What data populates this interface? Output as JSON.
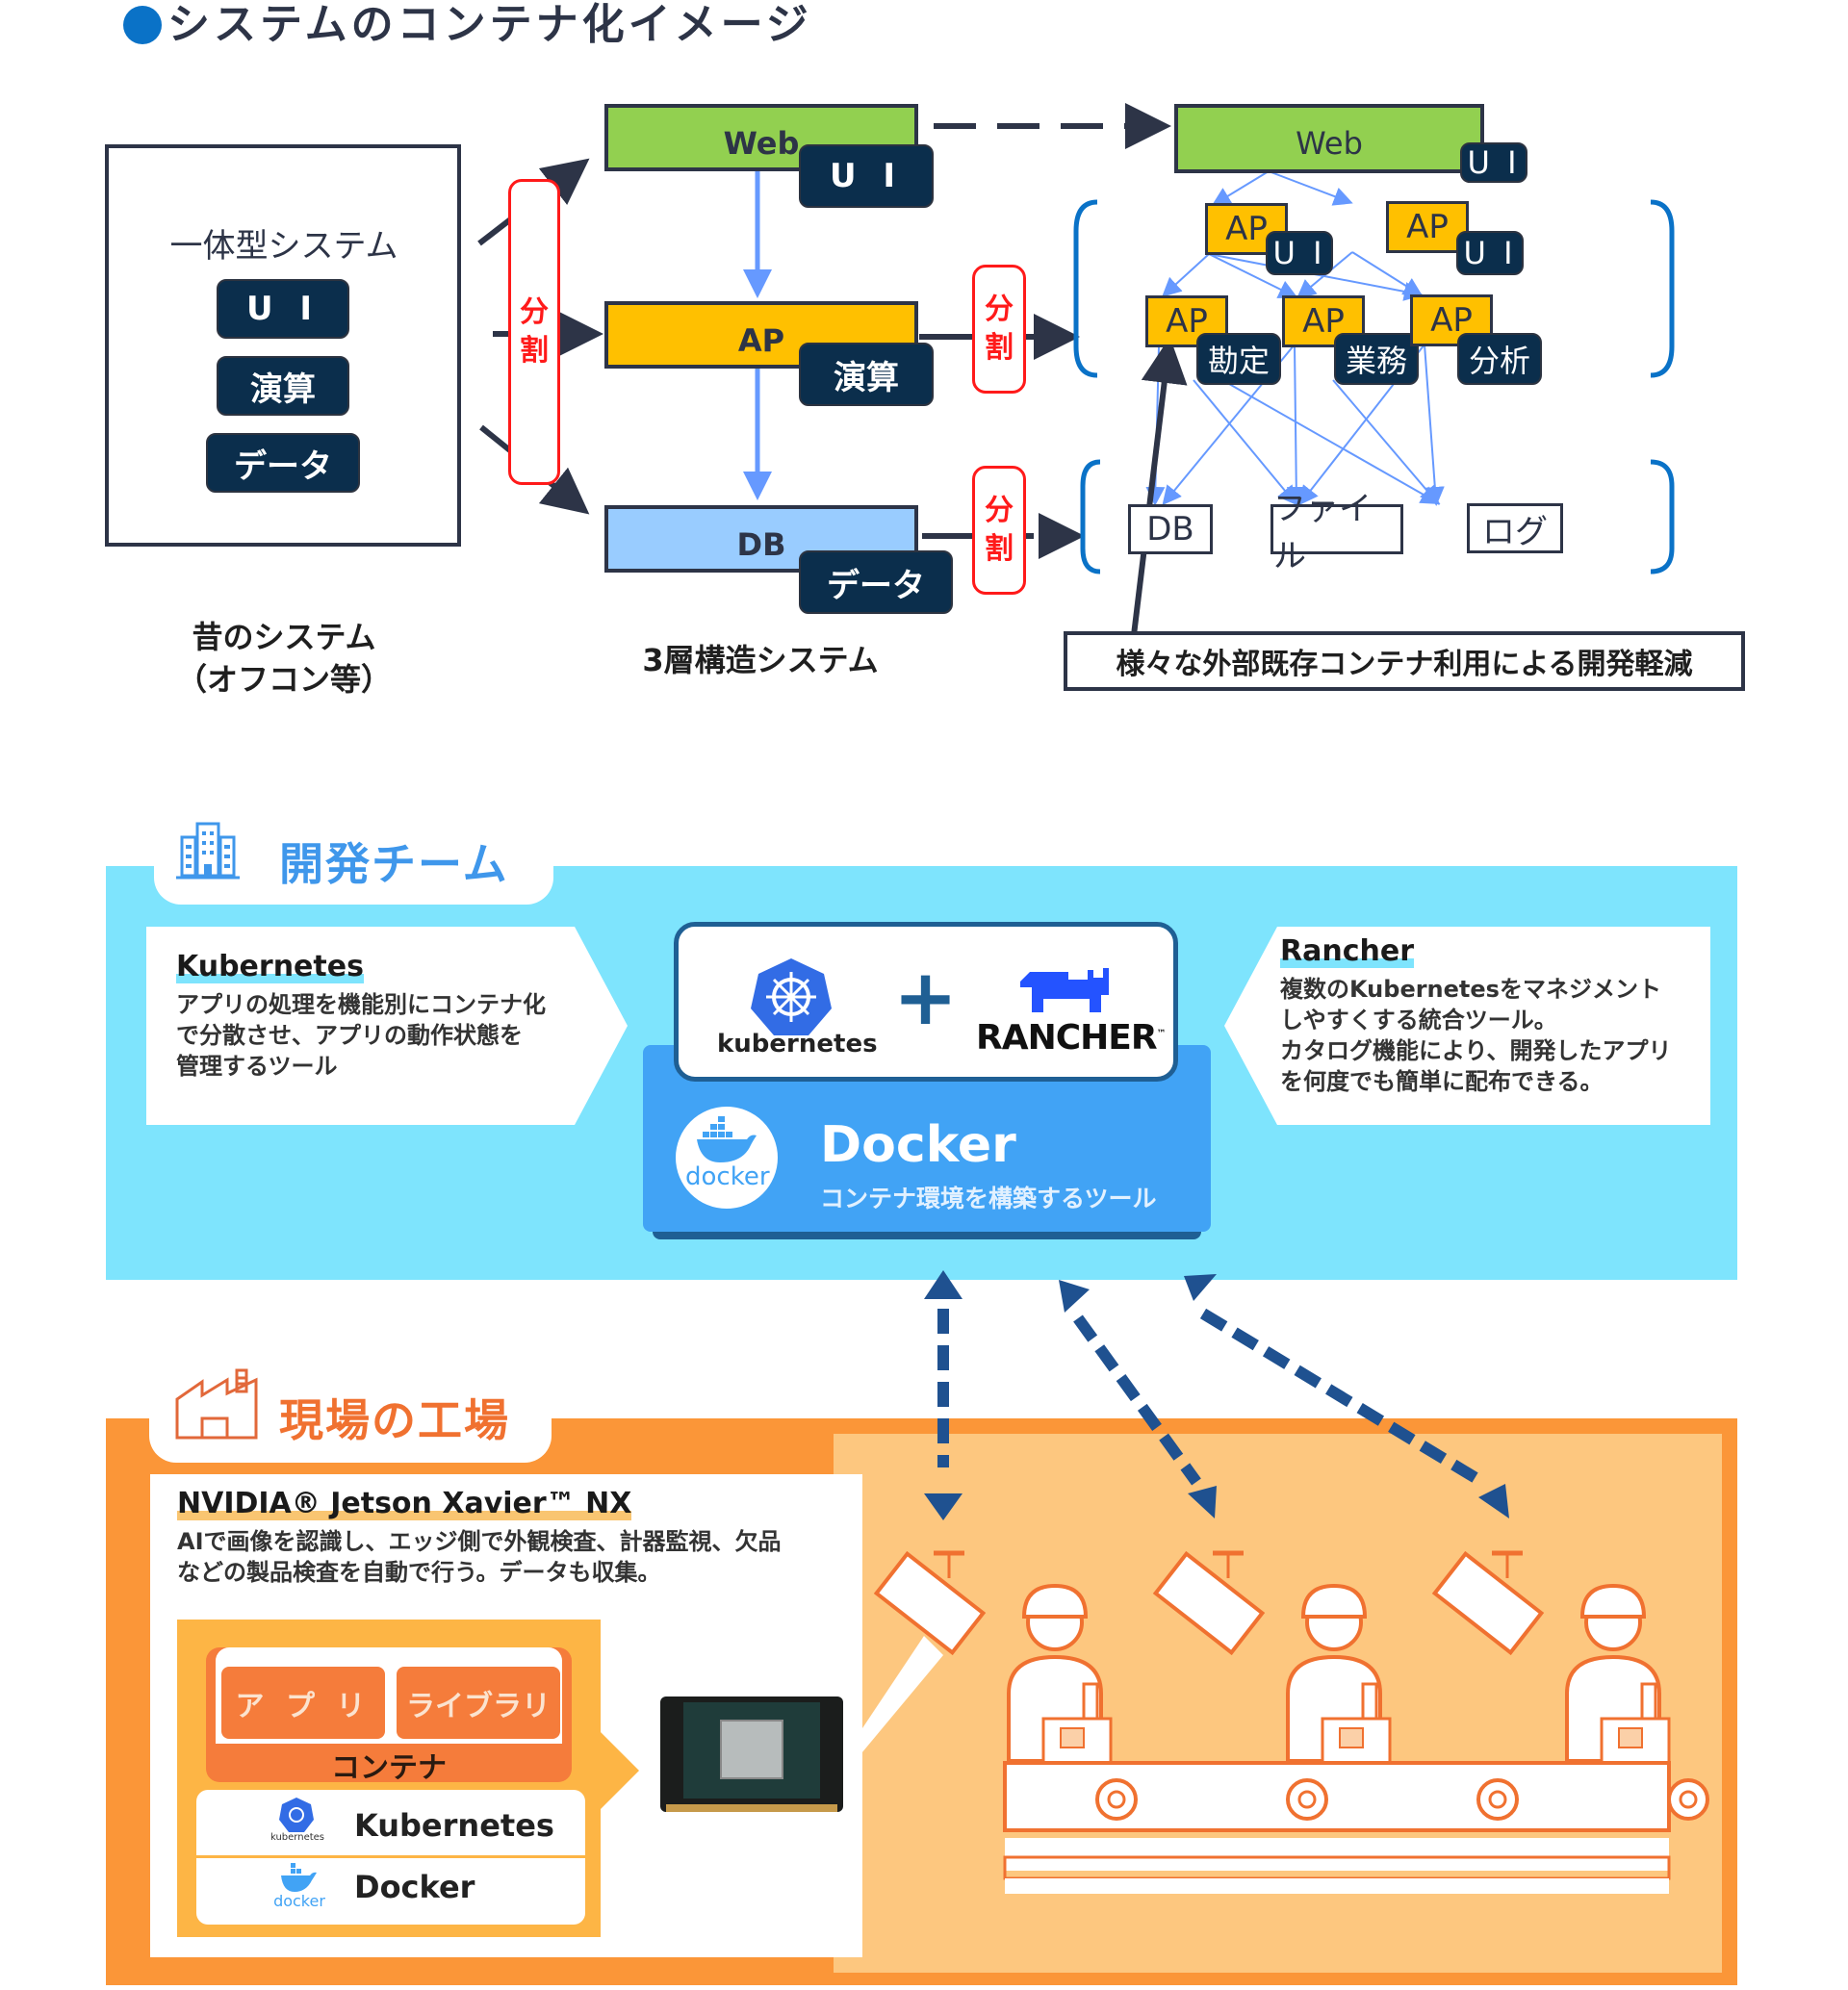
{
  "title": "システムのコンテナ化イメージ",
  "legacy": {
    "heading": "一体型システム",
    "chips": [
      "U I",
      "演算",
      "データ"
    ],
    "caption_line1": "昔のシステム",
    "caption_line2": "（オフコン等）"
  },
  "split_label": [
    "分",
    "割"
  ],
  "three_tier": {
    "layers": [
      {
        "name": "Web",
        "chip": "U I",
        "color": "#92d050"
      },
      {
        "name": "AP",
        "chip": "演算",
        "color": "#ffc000"
      },
      {
        "name": "DB",
        "chip": "データ",
        "color": "#99ccff"
      }
    ],
    "caption": "3層構造システム"
  },
  "microservices": {
    "web": {
      "name": "Web",
      "chip": "U I"
    },
    "ap_upper": [
      {
        "name": "AP",
        "chip": "U I"
      },
      {
        "name": "AP",
        "chip": "U I"
      }
    ],
    "ap_lower": [
      {
        "name": "AP",
        "chip": "勘定"
      },
      {
        "name": "AP",
        "chip": "業務"
      },
      {
        "name": "AP",
        "chip": "分析"
      }
    ],
    "stores": [
      "DB",
      "ファイル",
      "ログ"
    ],
    "note": "様々な外部既存コンテナ利用による開発軽減"
  },
  "dev_team": {
    "title": "開発チーム",
    "kubernetes": {
      "heading": "Kubernetes",
      "lines": [
        "アプリの処理を機能別にコンテナ化",
        "で分散させ、アプリの動作状態を",
        "管理するツール"
      ]
    },
    "rancher": {
      "heading": "Rancher",
      "lines": [
        "複数のKubernetesをマネジメント",
        "しやすくする統合ツール。",
        "カタログ機能により、開発したアプリ",
        "を何度でも簡単に配布できる。"
      ]
    },
    "logos": {
      "k8s": "kubernetes",
      "plus": "+",
      "rancher": "RANCHER",
      "rancher_tm": "™"
    },
    "docker": {
      "name": "Docker",
      "desc": "コンテナ環境を構築するツール",
      "logo_text": "docker"
    }
  },
  "factory": {
    "title": "現場の工場",
    "device": {
      "heading": "NVIDIA® Jetson Xavier™ NX",
      "lines": [
        "AIで画像を認識し、エッジ側で外観検査、計器監視、欠品",
        "などの製品検査を自動で行う。データも収集。"
      ]
    },
    "stack": {
      "apps": [
        "ア プ リ",
        "ライブラリ"
      ],
      "container": "コンテナ",
      "layers": [
        {
          "name": "Kubernetes",
          "logo_text": "kubernetes"
        },
        {
          "name": "Docker",
          "logo_text": "docker"
        }
      ]
    },
    "stations": 3
  },
  "colors": {
    "dark": "#2d3447",
    "chip": "#0b2e4c",
    "split_red": "#ff1a1a",
    "bracket_blue": "#0a72c7",
    "arrow_light_blue": "#6699ff",
    "band_blue": "#7ee4fd",
    "band_orange": "#fb9638",
    "factory_bg": "#fdc77f",
    "arrow_navy": "#1f5190"
  }
}
